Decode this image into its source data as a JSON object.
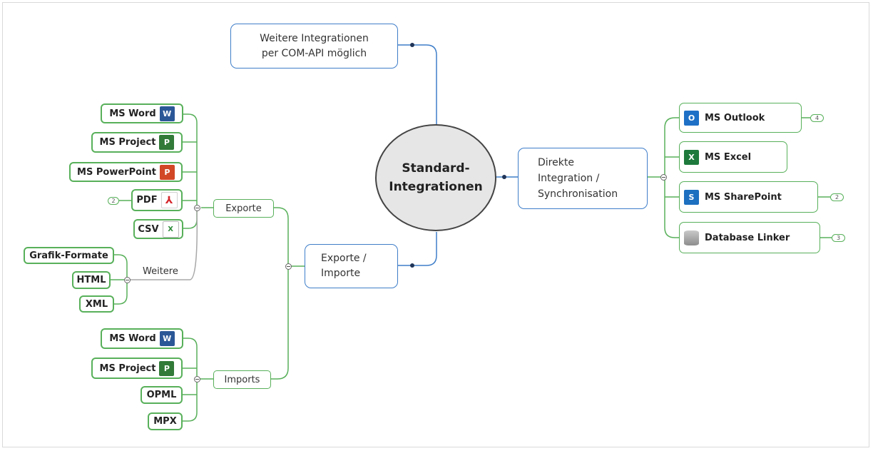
{
  "central": {
    "line1": "Standard-",
    "line2": "Integrationen"
  },
  "branches": {
    "weitere_integrationen": {
      "line1": "Weitere Integrationen",
      "line2": "per COM-API möglich"
    },
    "exporte_importe": {
      "line1": "Exporte /",
      "line2": "Importe"
    },
    "direkte": {
      "line1": "Direkte",
      "line2": "Integration /",
      "line3": "Synchronisation"
    }
  },
  "exporte": {
    "label": "Exporte",
    "items": [
      "MS Word",
      "MS Project",
      "MS PowerPoint",
      "PDF",
      "CSV"
    ],
    "weitere": {
      "label": "Weitere",
      "items": [
        "Grafik-Formate",
        "HTML",
        "XML"
      ]
    }
  },
  "imports": {
    "label": "Imports",
    "items": [
      "MS Word",
      "MS Project",
      "OPML",
      "MPX"
    ]
  },
  "direkte_items": [
    "MS Outlook",
    "MS Excel",
    "MS SharePoint",
    "Database Linker"
  ],
  "badges": {
    "pdf": "2",
    "outlook": "4",
    "sharepoint": "2",
    "database": "3"
  },
  "icons": {
    "word": "W",
    "project": "P",
    "powerpoint": "P",
    "pdf": "pdf-icon",
    "csv": "X",
    "outlook": "O",
    "excel": "X",
    "sharepoint": "S",
    "database": "database-icon"
  },
  "colors": {
    "green_line": "#58b05a",
    "blue_line": "#3f7ec9",
    "central_fill": "#e6e6e6"
  }
}
